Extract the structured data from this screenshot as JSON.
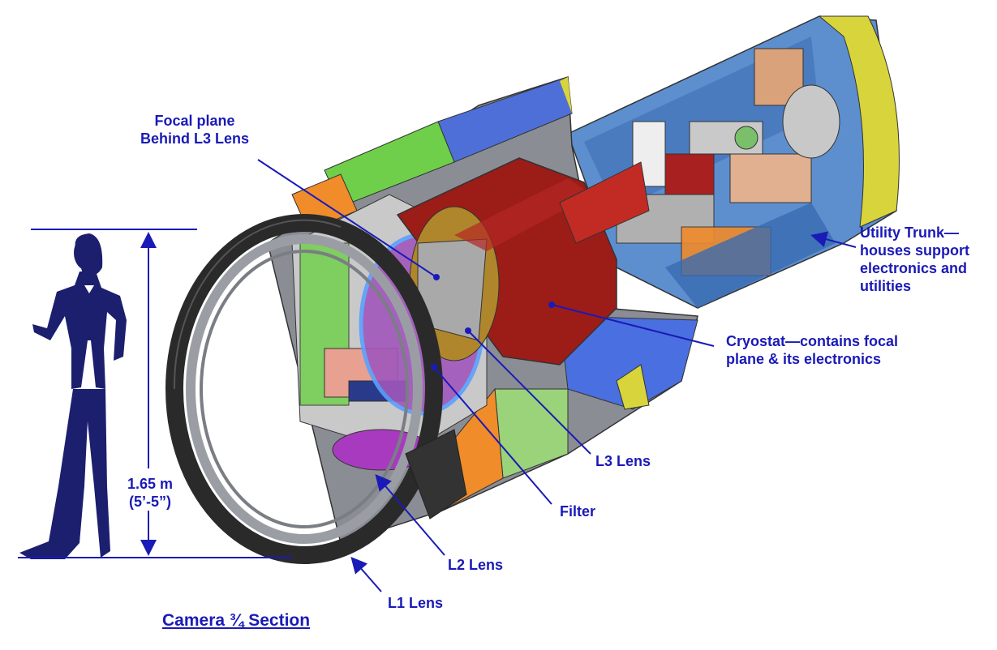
{
  "labels": {
    "focal_plane_line1": "Focal plane",
    "focal_plane_line2": "Behind L3 Lens",
    "utility_line1": "Utility Trunk—",
    "utility_line2": "houses support",
    "utility_line3": "electronics and",
    "utility_line4": "utilities",
    "cryostat_line1": "Cryostat—contains focal",
    "cryostat_line2": "plane & its electronics",
    "l3_lens": "L3 Lens",
    "filter": "Filter",
    "l2_lens": "L2 Lens",
    "l1_lens": "L1 Lens",
    "height_line1": "1.65 m",
    "height_line2": "(5’-5”)",
    "caption": "Camera ¾ Section"
  },
  "colors": {
    "label_blue": "#1a1ab8",
    "silhouette": "#1b1f6e",
    "cryostat_red": "#9c1c18",
    "trunk_blue": "#4a82c8",
    "shell_gray": "#8a8e94",
    "filter_purple": "#a15ab8",
    "green": "#7fcf52",
    "yellow": "#d9d63a"
  }
}
